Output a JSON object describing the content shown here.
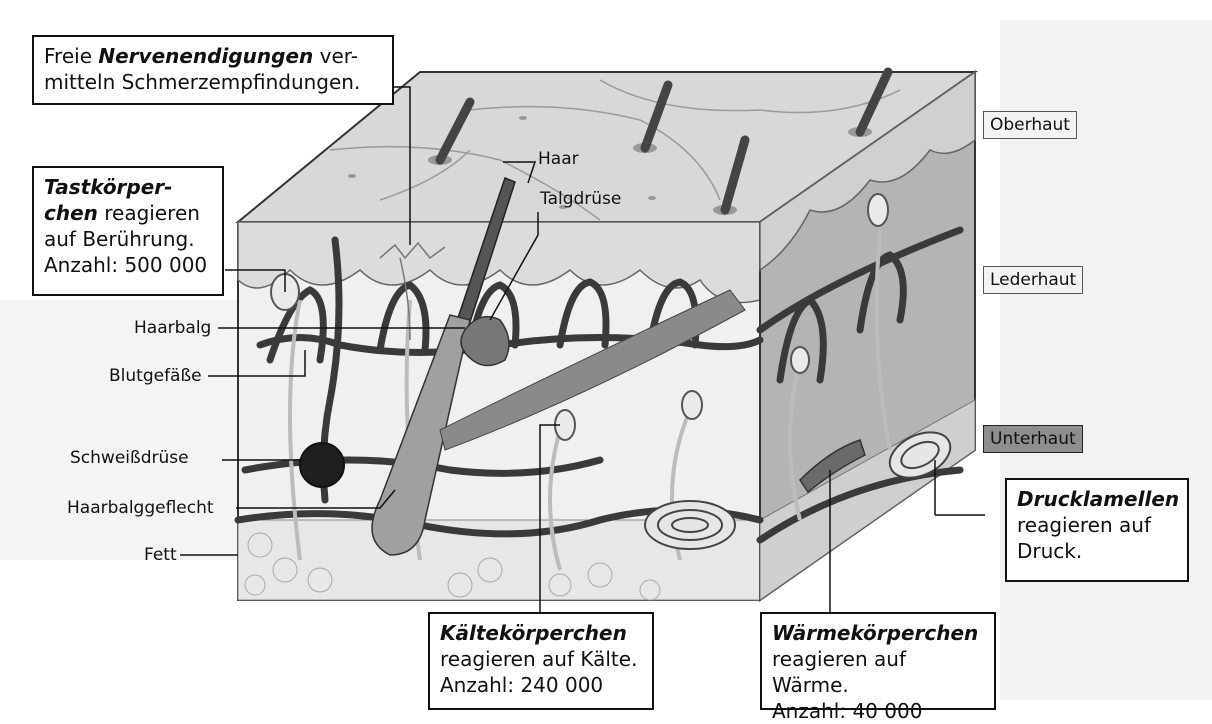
{
  "callouts": {
    "nerve_endings": {
      "pre": "Freie ",
      "bold": "Nervenendigungen",
      "post": " ver-",
      "line2": "mitteln Schmerzempfindungen."
    },
    "touch": {
      "bold1": "Tastkörper-",
      "bold2": "chen",
      "post": " reagieren",
      "line3": "auf Berührung.",
      "line4": "Anzahl: 500 000"
    },
    "cold": {
      "bold": "Kältekörperchen",
      "line2": "reagieren auf Kälte.",
      "line3": "Anzahl: 240 000"
    },
    "warm": {
      "bold": "Wärmekörperchen",
      "line2": "reagieren auf Wärme.",
      "line3": "Anzahl: 40 000"
    },
    "pressure": {
      "bold": "Drucklamellen",
      "line2": "reagieren auf",
      "line3": "Druck."
    }
  },
  "labels": {
    "haar": "Haar",
    "talgdruese": "Talgdrüse",
    "haarbalg": "Haarbalg",
    "blutgefaesse": "Blutgefäße",
    "schweissdruese": "Schweißdrüse",
    "haarbalggeflecht": "Haarbalggeflecht",
    "fett": "Fett"
  },
  "layers": {
    "oberhaut": "Oberhaut",
    "lederhaut": "Lederhaut",
    "unterhaut": "Unterhaut"
  }
}
